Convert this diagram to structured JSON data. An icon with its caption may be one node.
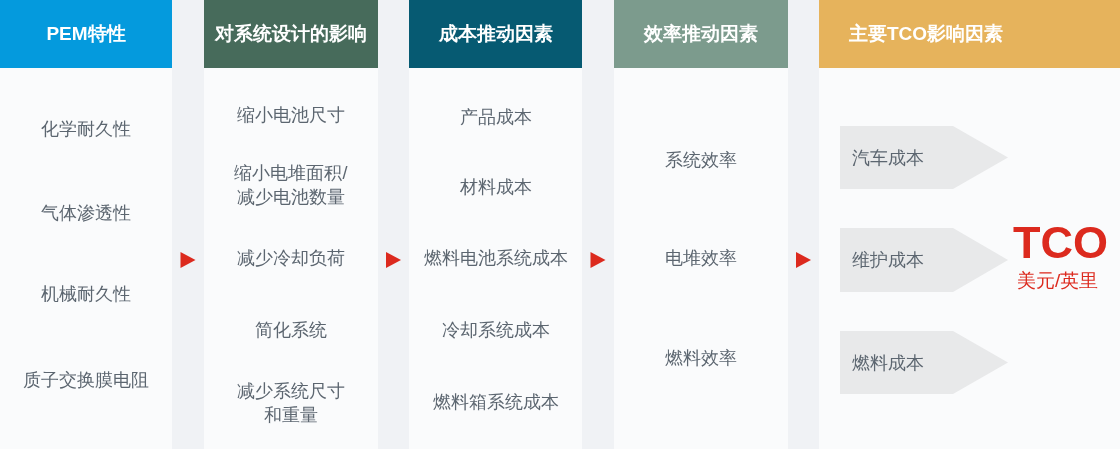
{
  "diagram": {
    "nodes": [
      {
        "text": [
          "PEM特性",
          "化学耐久性",
          "气体渗透性",
          "机械耐久性",
          "质子交换膜电阻"
        ]
      },
      {
        "text": [
          "对系统设计的影响",
          "缩小电池尺寸",
          "缩小电堆面积/减少电池数量",
          "减少冷却负荷",
          "简化系统",
          "减少系统尺寸和重量"
        ]
      },
      {
        "text": [
          "成本推动因素",
          "产品成本",
          "材料成本",
          "燃料电池系统成本",
          "冷却系统成本",
          "燃料箱系统成本"
        ]
      },
      {
        "text": [
          "效率推动因素",
          "系统效率",
          "电堆效率",
          "燃料效率"
        ]
      },
      {
        "text": [
          "主要TCO影响因素",
          "TCO",
          "美元/英里"
        ]
      },
      {
        "text": [
          "汽车成本"
        ],
        "in": 4
      },
      {
        "text": [
          "维护成本"
        ],
        "in": 4
      },
      {
        "text": [
          "燃料成本"
        ],
        "in": 4
      }
    ],
    "edges": [
      {
        "from": 0,
        "to": 1,
        "arrow": "to"
      },
      {
        "from": 1,
        "to": 2,
        "arrow": "to"
      },
      {
        "from": 2,
        "to": 3,
        "arrow": "to"
      },
      {
        "from": 3,
        "to": 4,
        "arrow": "to"
      }
    ]
  }
}
